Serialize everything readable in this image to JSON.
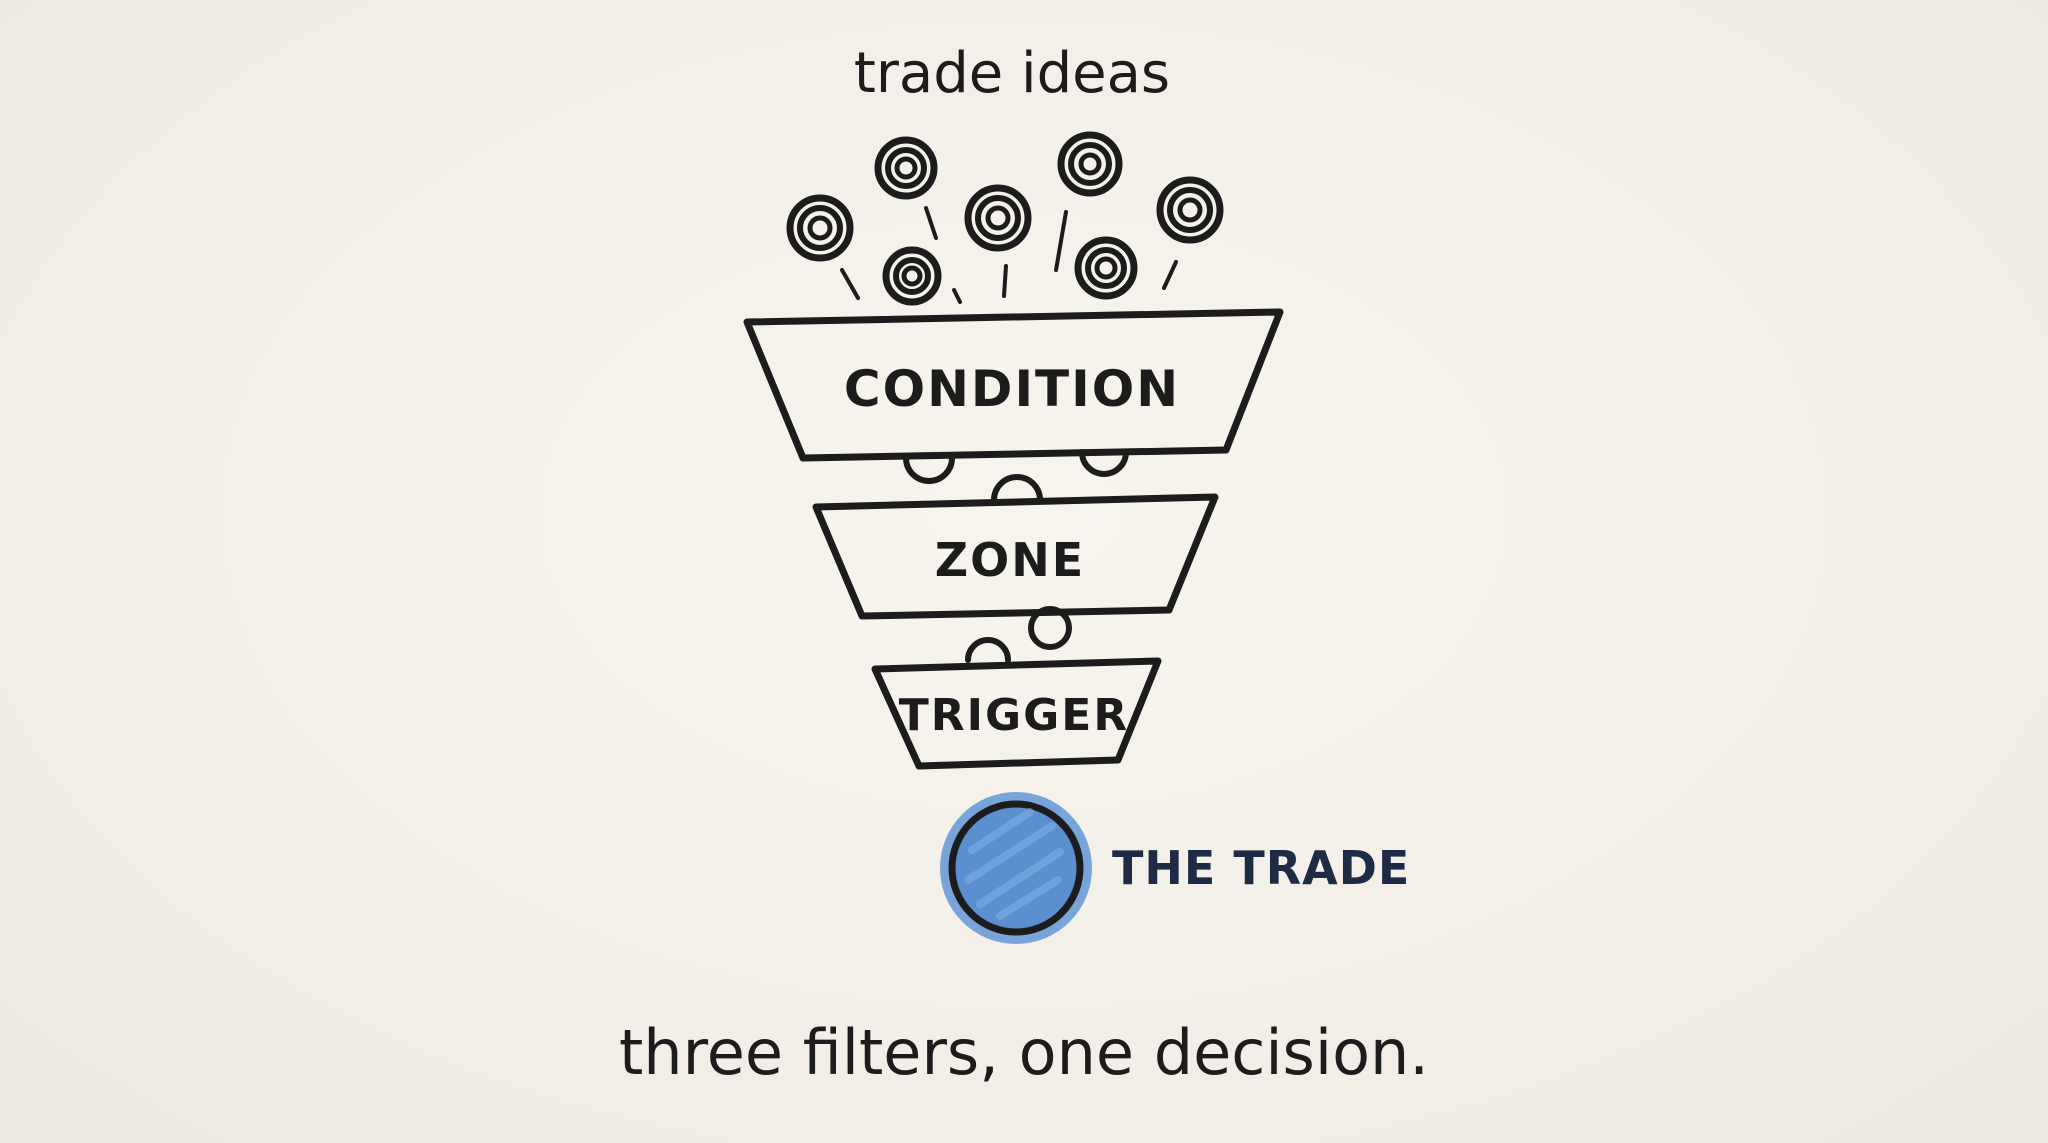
{
  "header": {
    "title": "trade ideas"
  },
  "funnel": {
    "stages": [
      {
        "label": "CONDITION"
      },
      {
        "label": "ZONE"
      },
      {
        "label": "TRIGGER"
      }
    ]
  },
  "result": {
    "label": "THE TRADE"
  },
  "caption": {
    "text": "three filters, one decision."
  },
  "colors": {
    "ink": "#1c1c1c",
    "trade_fill": "#5b8fd0",
    "trade_halo": "#6a9bd8",
    "trade_label": "#1f2a44",
    "paper": "#f4f0e9"
  }
}
